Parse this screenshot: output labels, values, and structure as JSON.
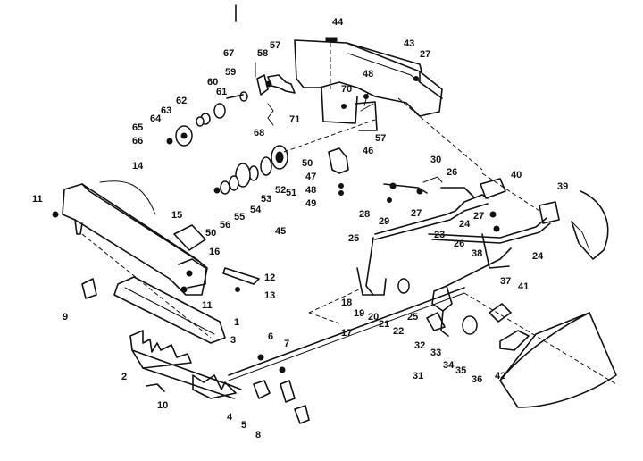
{
  "callouts": [
    {
      "id": "c44",
      "text": "44"
    },
    {
      "id": "c43",
      "text": "43"
    },
    {
      "id": "c27a",
      "text": "27"
    },
    {
      "id": "c57a",
      "text": "57"
    },
    {
      "id": "c67",
      "text": "67"
    },
    {
      "id": "c58",
      "text": "58"
    },
    {
      "id": "c59",
      "text": "59"
    },
    {
      "id": "c60",
      "text": "60"
    },
    {
      "id": "c61",
      "text": "61"
    },
    {
      "id": "c62",
      "text": "62"
    },
    {
      "id": "c63",
      "text": "63"
    },
    {
      "id": "c64",
      "text": "64"
    },
    {
      "id": "c65",
      "text": "65"
    },
    {
      "id": "c66",
      "text": "66"
    },
    {
      "id": "c68",
      "text": "68"
    },
    {
      "id": "c71",
      "text": "71"
    },
    {
      "id": "c48a",
      "text": "48"
    },
    {
      "id": "c70",
      "text": "70"
    },
    {
      "id": "c57b",
      "text": "57"
    },
    {
      "id": "c46",
      "text": "46"
    },
    {
      "id": "c50a",
      "text": "50"
    },
    {
      "id": "c47",
      "text": "47"
    },
    {
      "id": "c48b",
      "text": "48"
    },
    {
      "id": "c49",
      "text": "49"
    },
    {
      "id": "c30",
      "text": "30"
    },
    {
      "id": "c26a",
      "text": "26"
    },
    {
      "id": "c40",
      "text": "40"
    },
    {
      "id": "c14",
      "text": "14"
    },
    {
      "id": "c11a",
      "text": "11"
    },
    {
      "id": "c15",
      "text": "15"
    },
    {
      "id": "c51",
      "text": "51"
    },
    {
      "id": "c52",
      "text": "52"
    },
    {
      "id": "c53",
      "text": "53"
    },
    {
      "id": "c54",
      "text": "54"
    },
    {
      "id": "c55",
      "text": "55"
    },
    {
      "id": "c56",
      "text": "56"
    },
    {
      "id": "c50b",
      "text": "50"
    },
    {
      "id": "c45",
      "text": "45"
    },
    {
      "id": "c28",
      "text": "28"
    },
    {
      "id": "c29",
      "text": "29"
    },
    {
      "id": "c27b",
      "text": "27"
    },
    {
      "id": "c24a",
      "text": "24"
    },
    {
      "id": "c27c",
      "text": "27"
    },
    {
      "id": "c39",
      "text": "39"
    },
    {
      "id": "c23",
      "text": "23"
    },
    {
      "id": "c26b",
      "text": "26"
    },
    {
      "id": "c38",
      "text": "38"
    },
    {
      "id": "c24b",
      "text": "24"
    },
    {
      "id": "c25a",
      "text": "25"
    },
    {
      "id": "c16",
      "text": "16"
    },
    {
      "id": "c12",
      "text": "12"
    },
    {
      "id": "c13",
      "text": "13"
    },
    {
      "id": "c11b",
      "text": "11"
    },
    {
      "id": "c37",
      "text": "37"
    },
    {
      "id": "c41",
      "text": "41"
    },
    {
      "id": "c9",
      "text": "9"
    },
    {
      "id": "c1",
      "text": "1"
    },
    {
      "id": "c18",
      "text": "18"
    },
    {
      "id": "c19",
      "text": "19"
    },
    {
      "id": "c20",
      "text": "20"
    },
    {
      "id": "c21",
      "text": "21"
    },
    {
      "id": "c22",
      "text": "22"
    },
    {
      "id": "c25b",
      "text": "25"
    },
    {
      "id": "c17",
      "text": "17"
    },
    {
      "id": "c3",
      "text": "3"
    },
    {
      "id": "c6",
      "text": "6"
    },
    {
      "id": "c7",
      "text": "7"
    },
    {
      "id": "c32",
      "text": "32"
    },
    {
      "id": "c33",
      "text": "33"
    },
    {
      "id": "c34",
      "text": "34"
    },
    {
      "id": "c35",
      "text": "35"
    },
    {
      "id": "c36",
      "text": "36"
    },
    {
      "id": "c42",
      "text": "42"
    },
    {
      "id": "c2",
      "text": "2"
    },
    {
      "id": "c31",
      "text": "31"
    },
    {
      "id": "c10",
      "text": "10"
    },
    {
      "id": "c4",
      "text": "4"
    },
    {
      "id": "c5",
      "text": "5"
    },
    {
      "id": "c8",
      "text": "8"
    }
  ]
}
